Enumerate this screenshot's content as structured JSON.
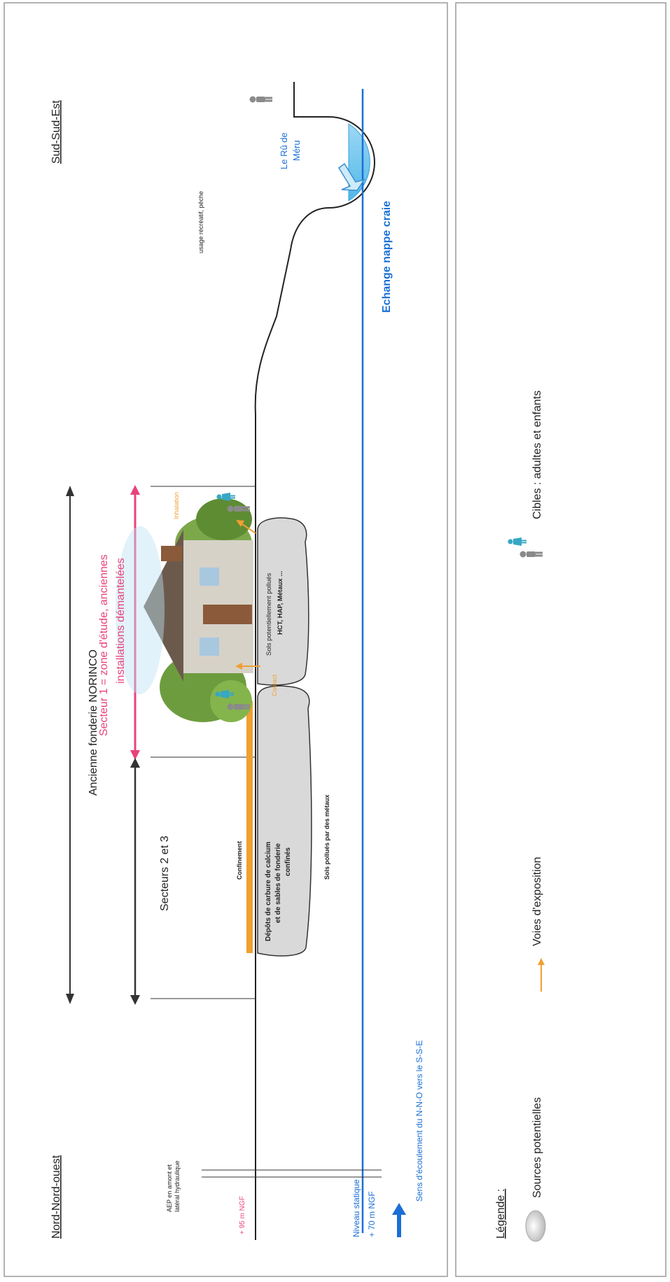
{
  "orientation_labels": {
    "nnw": "Nord-Nord-ouest",
    "sse": "Sud-Sud-Est"
  },
  "top_labels": {
    "ancienne_fonderie": "Ancienne fonderie NORINCO",
    "secteur1_line1": "Secteur 1 = zone d'étude, anciennes",
    "secteur1_line2": "installations démantelées",
    "secteurs23": "Secteurs 2 et 3"
  },
  "left_labels": {
    "aep_line1": "AEP en amont et",
    "aep_line2": "latéral hydraulique",
    "ngf_surface": "+ 95 m NGF",
    "niveau_statique": "Niveau statique",
    "ngf_nappe": "+ 70 m NGF",
    "ecoulement": "Sens d'écoulement du N-N-O vers le S-S-E"
  },
  "sector23": {
    "confinement": "Confinement",
    "depot_line1": "Dépôts de carbure de calcium",
    "depot_line2": "et de sables de fonderie",
    "depot_line3": "confinés",
    "sols_pollues": "Sols pollués par des métaux"
  },
  "sector1": {
    "sols_line1": "Sols potentiellement pollués",
    "sols_line2": "HCT, HAP, Métaux ...",
    "contact_label": "Contact",
    "inhalation_label": "Inhalation"
  },
  "right_labels": {
    "usage": "usage récréatif, pêche",
    "lac_line1": "Le Rû de",
    "lac_line2": "Méru",
    "echange": "Echange nappe craie"
  },
  "legend": {
    "title": "Légende :",
    "sources": "Sources potentielles",
    "voies": "Voies d'exposition",
    "cibles": "Cibles : adultes et enfants"
  },
  "colors": {
    "pink": "#e8437a",
    "orange": "#f0a032",
    "blue": "#1a6fd6",
    "dark": "#222222",
    "person_grey": "#888888",
    "person_teal": "#3aa6c2"
  }
}
